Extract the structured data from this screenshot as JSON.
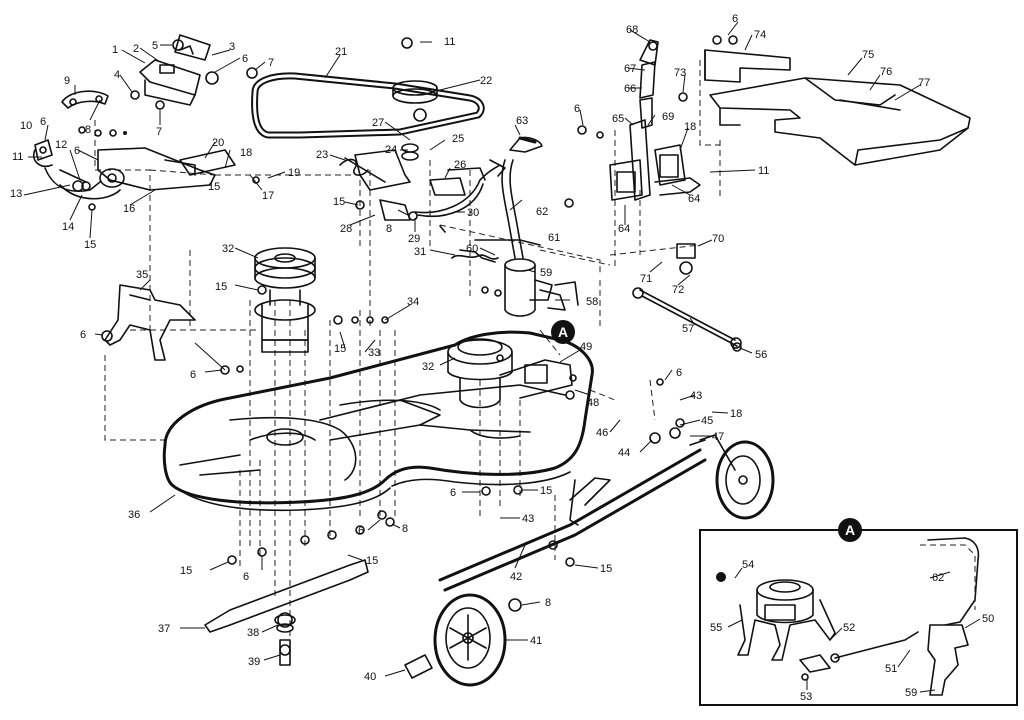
{
  "callout_letter": "A",
  "labels": {
    "l1": "1",
    "l2": "2",
    "l3": "3",
    "l4": "4",
    "l5": "5",
    "l6a": "6",
    "l7a": "7",
    "l7b": "7",
    "l8a": "8",
    "l9": "9",
    "l10": "10",
    "l11a": "11",
    "l12": "12",
    "l6b": "6",
    "l13": "13",
    "l14": "14",
    "l15a": "15",
    "l16": "16",
    "l15b": "15",
    "l17": "17",
    "l18a": "18",
    "l19": "19",
    "l20": "20",
    "l21": "21",
    "l22": "22",
    "l11b": "11",
    "l27": "27",
    "l24": "24",
    "l25": "25",
    "l23": "23",
    "l26": "26",
    "l15c": "15",
    "l8b": "8",
    "l28": "28",
    "l29": "29",
    "l30": "30",
    "l31": "31",
    "l60": "60",
    "l61": "61",
    "l62": "62",
    "l63": "63",
    "l59": "59",
    "l58": "58",
    "l68": "68",
    "l67": "67",
    "l66": "66",
    "l65": "65",
    "l6c": "6",
    "l64a": "64",
    "l64b": "64",
    "l69": "69",
    "l18b": "18",
    "l11c": "11",
    "l6d": "6",
    "l74": "74",
    "l73": "73",
    "l75": "75",
    "l76": "76",
    "l77": "77",
    "l70": "70",
    "l71": "71",
    "l72": "72",
    "l57": "57",
    "l56": "56",
    "l32a": "32",
    "l15d": "15",
    "l35": "35",
    "l6e": "6",
    "l6f": "6",
    "l34": "34",
    "l33": "33",
    "l15e": "15",
    "l32b": "32",
    "l49": "49",
    "l6g": "6",
    "l48": "48",
    "l43a": "43",
    "l18c": "18",
    "l46": "46",
    "l45": "45",
    "l47": "47",
    "l44": "44",
    "l36": "36",
    "l6h": "6",
    "l15f": "15",
    "l43b": "43",
    "l6i": "6",
    "l8c": "8",
    "l15g": "15",
    "l6j": "6",
    "l15h": "15",
    "l15i": "15",
    "l42": "42",
    "l8d": "8",
    "l37": "37",
    "l38": "38",
    "l41": "41",
    "l39": "39",
    "l40": "40",
    "l54": "54",
    "l62b": "62",
    "l55": "55",
    "l52": "52",
    "l50": "50",
    "l51": "51",
    "l53": "53",
    "l59b": "59",
    "l6k": "6"
  }
}
